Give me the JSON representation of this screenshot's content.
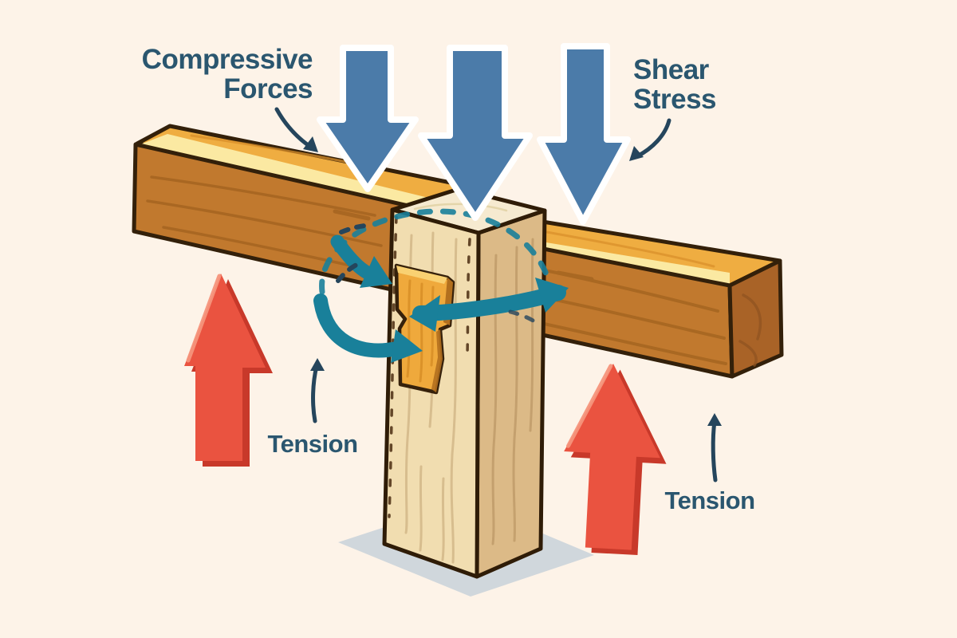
{
  "diagram": {
    "title": "Wood joint forces diagram",
    "labels": {
      "compressive": {
        "line1": "Compressive",
        "line2": "Forces"
      },
      "shear": {
        "line1": "Shear",
        "line2": "Stress"
      },
      "tension_left": {
        "text": "Tension"
      },
      "tension_right": {
        "text": "Tension"
      }
    },
    "colors": {
      "background": "#fdf3e8",
      "label_text": "#2a566f",
      "compression_arrow": "#4b7ba9",
      "tension_arrow": "#ea5340",
      "shear_arrow": "#19809a",
      "annotation": "#25455c",
      "beam_front": "#c1792e",
      "beam_top": "#efad41",
      "post_front": "#f1ddb0",
      "tenon": "#efa93c",
      "shadow": "#cbd4da"
    }
  }
}
